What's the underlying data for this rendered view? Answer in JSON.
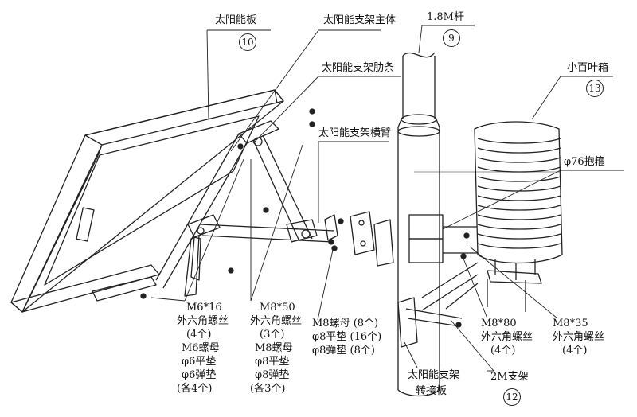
{
  "labels": {
    "solar_panel": "太阳能板",
    "solar_panel_no": "10",
    "bracket_body": "太阳能支架主体",
    "rib": "太阳能支架肋条",
    "cross_arm": "太阳能支架横臂",
    "pole": "1.8M杆",
    "pole_no": "9",
    "louver_box": "小百叶箱",
    "louver_box_no": "13",
    "hoop": "φ76抱箍",
    "adapter_line1": "太阳能支架",
    "adapter_line2": "转接板",
    "support": "2M支架",
    "support_no": "12"
  },
  "callouts": {
    "m6x16": [
      "M6*16",
      "外六角螺丝",
      "(4个)",
      "M6螺母",
      "φ6平垫",
      "φ6弹垫",
      "(各4个)"
    ],
    "m8x50": [
      "M8*50",
      "外六角螺丝",
      "(3个)",
      "M8螺母",
      "φ8平垫",
      "φ8弹垫",
      "(各3个)"
    ],
    "m8_nuts": [
      "M8螺母 (8个)",
      "φ8平垫 (16个)",
      "φ8弹垫 (8个)"
    ],
    "m8x80": [
      "M8*80",
      "外六角螺丝",
      "(4个)"
    ],
    "m8x35": [
      "M8*35",
      "外六角螺丝",
      "(4个)"
    ]
  }
}
